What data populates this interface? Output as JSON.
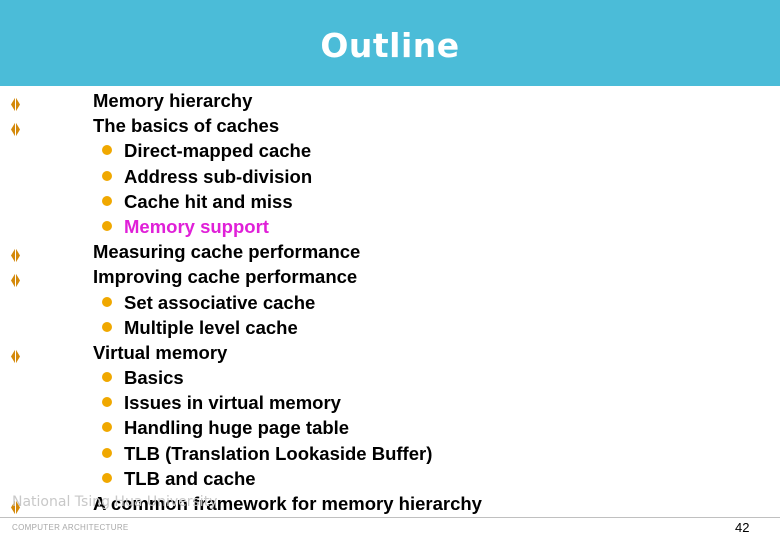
{
  "slide": {
    "title": "Outline",
    "colors": {
      "title_bar": "#4bbcd8",
      "title_text": "#ffffff",
      "level1_bullet": "#d4890a",
      "level2_bullet": "#f0a800",
      "highlight_text": "#e020d8",
      "body_text": "#000000"
    },
    "items": [
      {
        "level": 1,
        "text": "Memory hierarchy"
      },
      {
        "level": 1,
        "text": "The basics of caches"
      },
      {
        "level": 2,
        "text": "Direct-mapped cache"
      },
      {
        "level": 2,
        "text": "Address sub-division"
      },
      {
        "level": 2,
        "text": "Cache hit and miss"
      },
      {
        "level": 2,
        "text": "Memory support",
        "highlight": true
      },
      {
        "level": 1,
        "text": "Measuring cache performance"
      },
      {
        "level": 1,
        "text": "Improving cache performance"
      },
      {
        "level": 2,
        "text": "Set associative cache"
      },
      {
        "level": 2,
        "text": "Multiple level cache"
      },
      {
        "level": 1,
        "text": "Virtual memory"
      },
      {
        "level": 2,
        "text": "Basics"
      },
      {
        "level": 2,
        "text": "Issues in virtual memory"
      },
      {
        "level": 2,
        "text": "Handling huge page table"
      },
      {
        "level": 2,
        "text": "TLB (Translation Lookaside Buffer)"
      },
      {
        "level": 2,
        "text": "TLB and cache"
      },
      {
        "level": 1,
        "text": "A common framework for memory hierarchy"
      }
    ],
    "bullet_icons": {
      "level1": "diamond-bullet-icon",
      "level2": "dot-bullet-icon"
    },
    "footer": {
      "logo_text": "National Tsing Hua University",
      "course_text": "COMPUTER ARCHITECTURE",
      "page_number": "42"
    }
  }
}
